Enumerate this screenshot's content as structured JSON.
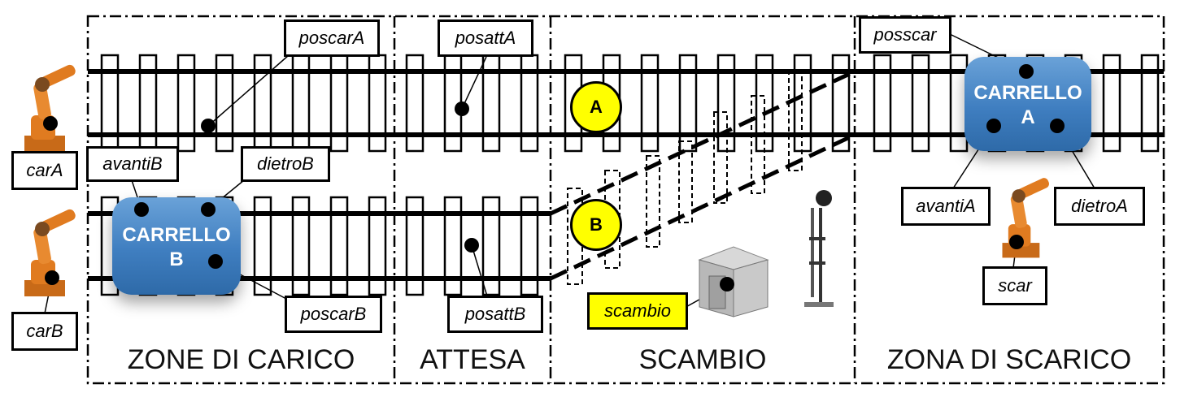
{
  "zones": {
    "carico": "ZONE DI CARICO",
    "attesa": "ATTESA",
    "scambio": "SCAMBIO",
    "scarico": "ZONA DI SCARICO"
  },
  "labels": {
    "carA": "carA",
    "carB": "carB",
    "poscarA": "poscarA",
    "avantiB": "avantiB",
    "dietroB": "dietroB",
    "poscarB": "poscarB",
    "posattA": "posattA",
    "posattB": "posattB",
    "scambio": "scambio",
    "posscar": "posscar",
    "avantiA": "avantiA",
    "dietroA": "dietroA",
    "scar": "scar"
  },
  "carts": {
    "a": {
      "line1": "CARRELLO",
      "line2": "A"
    },
    "b": {
      "line1": "CARRELLO",
      "line2": "B"
    }
  },
  "signals": {
    "a": "A",
    "b": "B"
  },
  "icons": {
    "robot": "industrial-robot-arm-icon",
    "shed": "switch-cabin-icon",
    "semaphore": "railway-signal-icon"
  },
  "colors": {
    "cart": "#3f7ec0",
    "signal": "#ffff00",
    "robot": "#e07b20",
    "highlight_label": "#ffff00"
  }
}
